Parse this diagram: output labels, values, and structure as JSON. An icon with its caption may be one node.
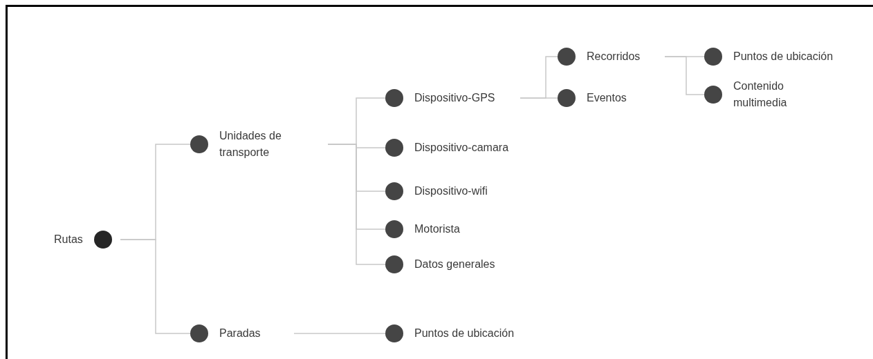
{
  "diagram": {
    "nodes": [
      {
        "text": [
          "Rutas"
        ]
      },
      {
        "text": [
          "Unidades de transporte"
        ]
      },
      {
        "text": [
          "Dispositivo-GPS"
        ]
      },
      {
        "text": [
          "Recorridos"
        ]
      },
      {
        "text": [
          "Puntos de ubicación"
        ]
      },
      {
        "text": [
          "Contenido multimedia"
        ]
      },
      {
        "text": [
          "Eventos"
        ]
      },
      {
        "text": [
          "Dispositivo-camara"
        ]
      },
      {
        "text": [
          "Dispositivo-wifi"
        ]
      },
      {
        "text": [
          "Motorista"
        ]
      },
      {
        "text": [
          "Datos generales"
        ]
      },
      {
        "text": [
          "Paradas"
        ]
      },
      {
        "text": [
          "Puntos de ubicación"
        ]
      }
    ],
    "edges": [
      {
        "from": 0,
        "to": 1,
        "arrow": "none"
      },
      {
        "from": 0,
        "to": 11,
        "arrow": "none"
      },
      {
        "from": 1,
        "to": 2,
        "arrow": "none"
      },
      {
        "from": 1,
        "to": 7,
        "arrow": "none"
      },
      {
        "from": 1,
        "to": 8,
        "arrow": "none"
      },
      {
        "from": 1,
        "to": 9,
        "arrow": "none"
      },
      {
        "from": 1,
        "to": 10,
        "arrow": "none"
      },
      {
        "from": 2,
        "to": 3,
        "arrow": "none"
      },
      {
        "from": 2,
        "to": 6,
        "arrow": "none"
      },
      {
        "from": 3,
        "to": 4,
        "arrow": "none"
      },
      {
        "from": 3,
        "to": 5,
        "arrow": "none"
      },
      {
        "from": 11,
        "to": 12,
        "arrow": "none"
      }
    ]
  }
}
